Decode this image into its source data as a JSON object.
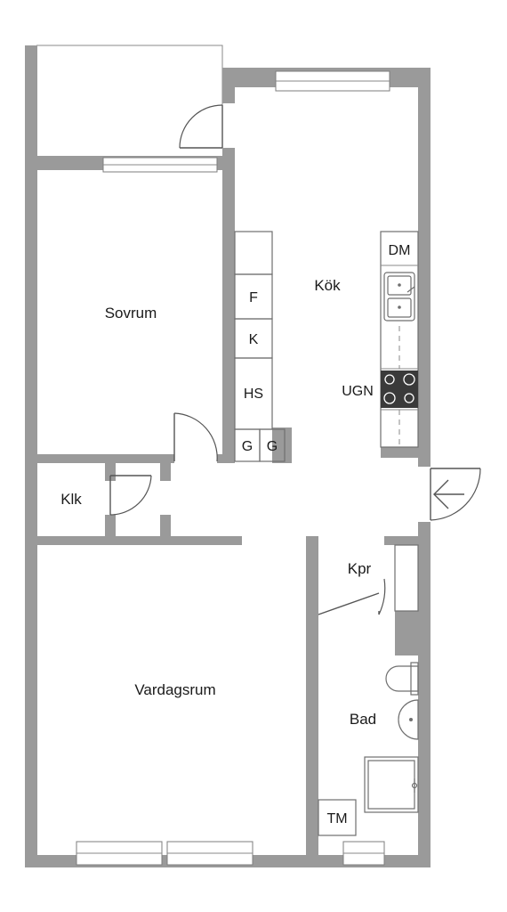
{
  "rooms": {
    "sovrum": "Sovrum",
    "kok": "Kök",
    "klk": "Klk",
    "vardagsrum": "Vardagsrum",
    "kpr": "Kpr",
    "bad": "Bad"
  },
  "fixtures": {
    "dm": "DM",
    "ugn": "UGN",
    "f": "F",
    "k": "K",
    "hs": "HS",
    "g1": "G",
    "g2": "G",
    "tm": "TM"
  },
  "colors": {
    "wall": "#9a9a9a",
    "stove": "#3a3a3a",
    "background": "#ffffff"
  }
}
